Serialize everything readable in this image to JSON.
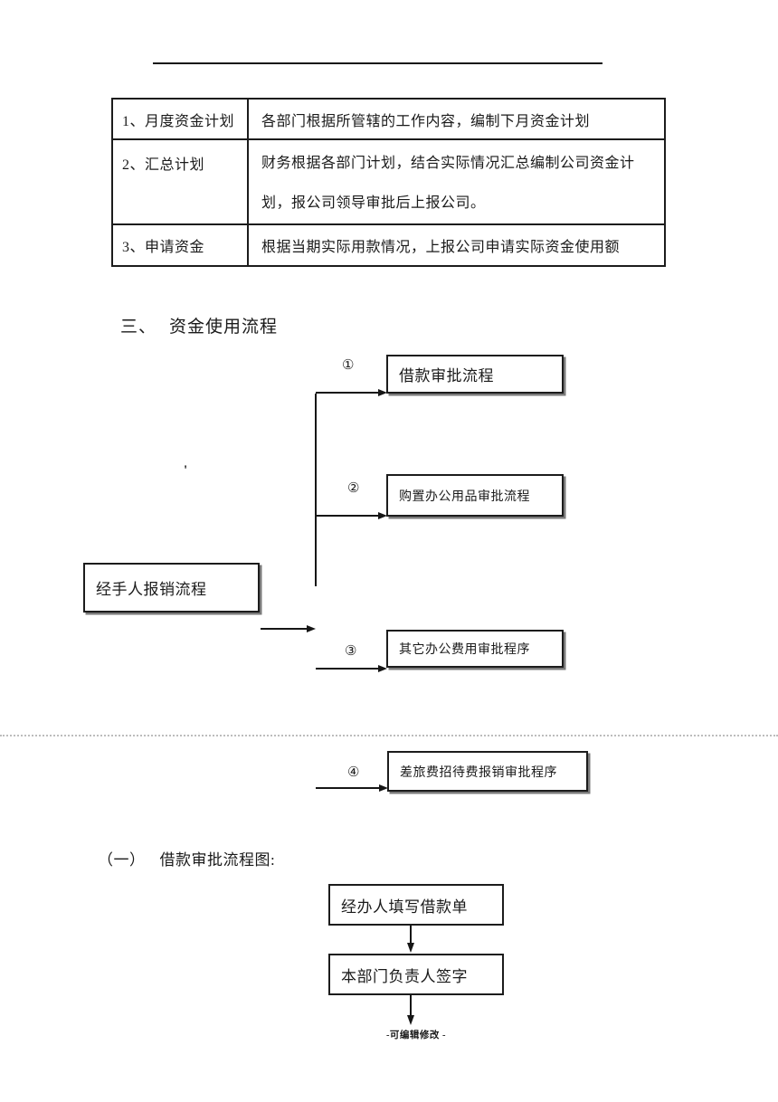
{
  "colors": {
    "page_bg": "#ffffff",
    "ink": "#1a1a1a",
    "divider_dotted": "#bdbdbd",
    "box_shadow": "#7a7a7a"
  },
  "table": {
    "rows": [
      {
        "label": "1、月度资金计划",
        "desc_line1": "各部门根据所管辖的工作内容，编制下月资金计划",
        "desc_line2": ""
      },
      {
        "label": "2、汇总计划",
        "desc_line1": "财务根据各部门计划，结合实际情况汇总编制公司资金计",
        "desc_line2": "划，报公司领导审批后上报公司。"
      },
      {
        "label": "3、申请资金",
        "desc_line1": "根据当期实际用款情况，上报公司申请实际资金使用额",
        "desc_line2": ""
      }
    ]
  },
  "sections": {
    "funds_usage": {
      "number": "三、",
      "title": "资金使用流程"
    },
    "loan_subsection": {
      "number": "（一）",
      "title": "借款审批流程图:"
    }
  },
  "flowchart": {
    "source_box": "经手人报销流程",
    "stray_mark": "'",
    "branches": [
      {
        "num": "①",
        "label": "借款审批流程"
      },
      {
        "num": "②",
        "label": "购置办公用品审批流程"
      },
      {
        "num": "③",
        "label": "其它办公费用审批程序"
      },
      {
        "num": "④",
        "label": "差旅费招待费报销审批程序"
      }
    ]
  },
  "loan_flow": {
    "step1": "经办人填写借款单",
    "step2": "本部门负责人签字"
  },
  "footer": {
    "note": "-可编辑修改 -"
  }
}
